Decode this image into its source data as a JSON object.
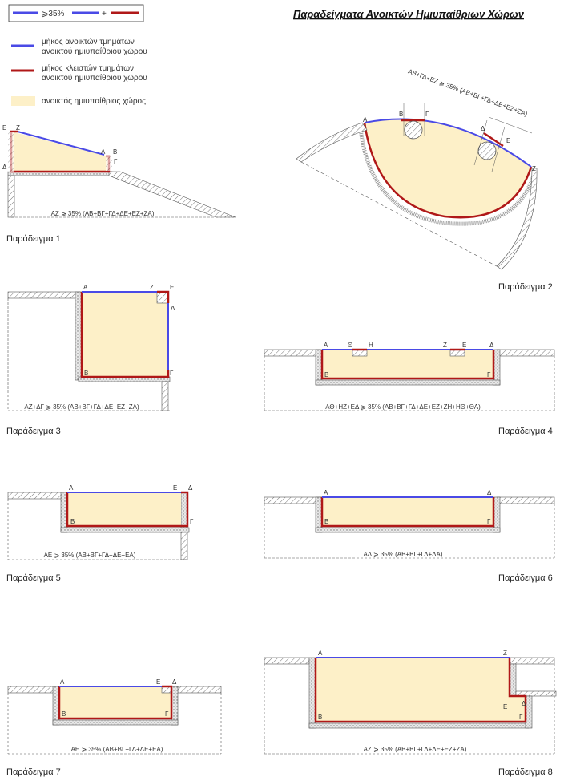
{
  "title": "Παραδείγματα Ανοικτών Ημιυπαίθριων Χώρων",
  "legend": {
    "rule_text": "⩾35%",
    "plus": "+",
    "open_label_1": "μήκος ανοικτών τμημάτων",
    "open_label_2": "ανοικτού ημιυπαίθριου χώρου",
    "closed_label_1": "μήκος κλειστών τμημάτων",
    "closed_label_2": "ανοικτού ημιυπαίθριου χώρου",
    "area_label": "ανοικτός ημιυπαίθριος χώρος"
  },
  "colors": {
    "open": "#4a4ae6",
    "closed": "#b01818",
    "area": "#fdf0c8",
    "hatch": "#666666"
  },
  "examples": [
    {
      "caption": "Παράδειγμα 1",
      "formula": "ΑΖ ⩾ 35% (ΑΒ+ΒΓ+ΓΔ+ΔΕ+ΕΖ+ΖΑ)",
      "points": [
        "Ε",
        "Ζ",
        "Α",
        "Β",
        "Δ",
        "Γ"
      ]
    },
    {
      "caption": "Παράδειγμα 2",
      "formula": "ΑΒ+ΓΔ+ΕΖ ⩾ 35% (ΑΒ+ΒΓ+ΓΔ+ΔΕ+ΕΖ+ΖΑ)",
      "points": [
        "Α",
        "Β",
        "Γ",
        "Δ",
        "Ε",
        "Ζ"
      ]
    },
    {
      "caption": "Παράδειγμα 3",
      "formula": "ΑΖ+ΔΓ ⩾ 35% (ΑΒ+ΒΓ+ΓΔ+ΔΕ+ΕΖ+ΖΑ)",
      "points": [
        "Α",
        "Ζ",
        "Ε",
        "Δ",
        "Β",
        "Γ"
      ]
    },
    {
      "caption": "Παράδειγμα 4",
      "formula": "ΑΘ+ΗΖ+ΕΔ ⩾ 35% (ΑΒ+ΒΓ+ΓΔ+ΔΕ+ΕΖ+ΖΗ+ΗΘ+ΘΑ)",
      "points": [
        "Α",
        "Θ",
        "Η",
        "Ζ",
        "Ε",
        "Δ",
        "Β",
        "Γ"
      ]
    },
    {
      "caption": "Παράδειγμα 5",
      "formula": "ΑΕ ⩾ 35% (ΑΒ+ΒΓ+ΓΔ+ΔΕ+ΕΑ)",
      "points": [
        "Α",
        "Ε",
        "Δ",
        "Β",
        "Γ"
      ]
    },
    {
      "caption": "Παράδειγμα 6",
      "formula": "ΑΔ ⩾ 35% (ΑΒ+ΒΓ+ΓΔ+ΔΑ)",
      "points": [
        "Α",
        "Δ",
        "Β",
        "Γ"
      ]
    },
    {
      "caption": "Παράδειγμα 7",
      "formula": "ΑΕ ⩾ 35% (ΑΒ+ΒΓ+ΓΔ+ΔΕ+ΕΑ)",
      "points": [
        "Α",
        "Ε",
        "Δ",
        "Β",
        "Γ"
      ]
    },
    {
      "caption": "Παράδειγμα 8",
      "formula": "ΑΖ ⩾ 35% (ΑΒ+ΒΓ+ΓΔ+ΔΕ+ΕΖ+ΖΑ)",
      "points": [
        "Α",
        "Ζ",
        "Ε",
        "Δ",
        "Β",
        "Γ"
      ]
    }
  ]
}
